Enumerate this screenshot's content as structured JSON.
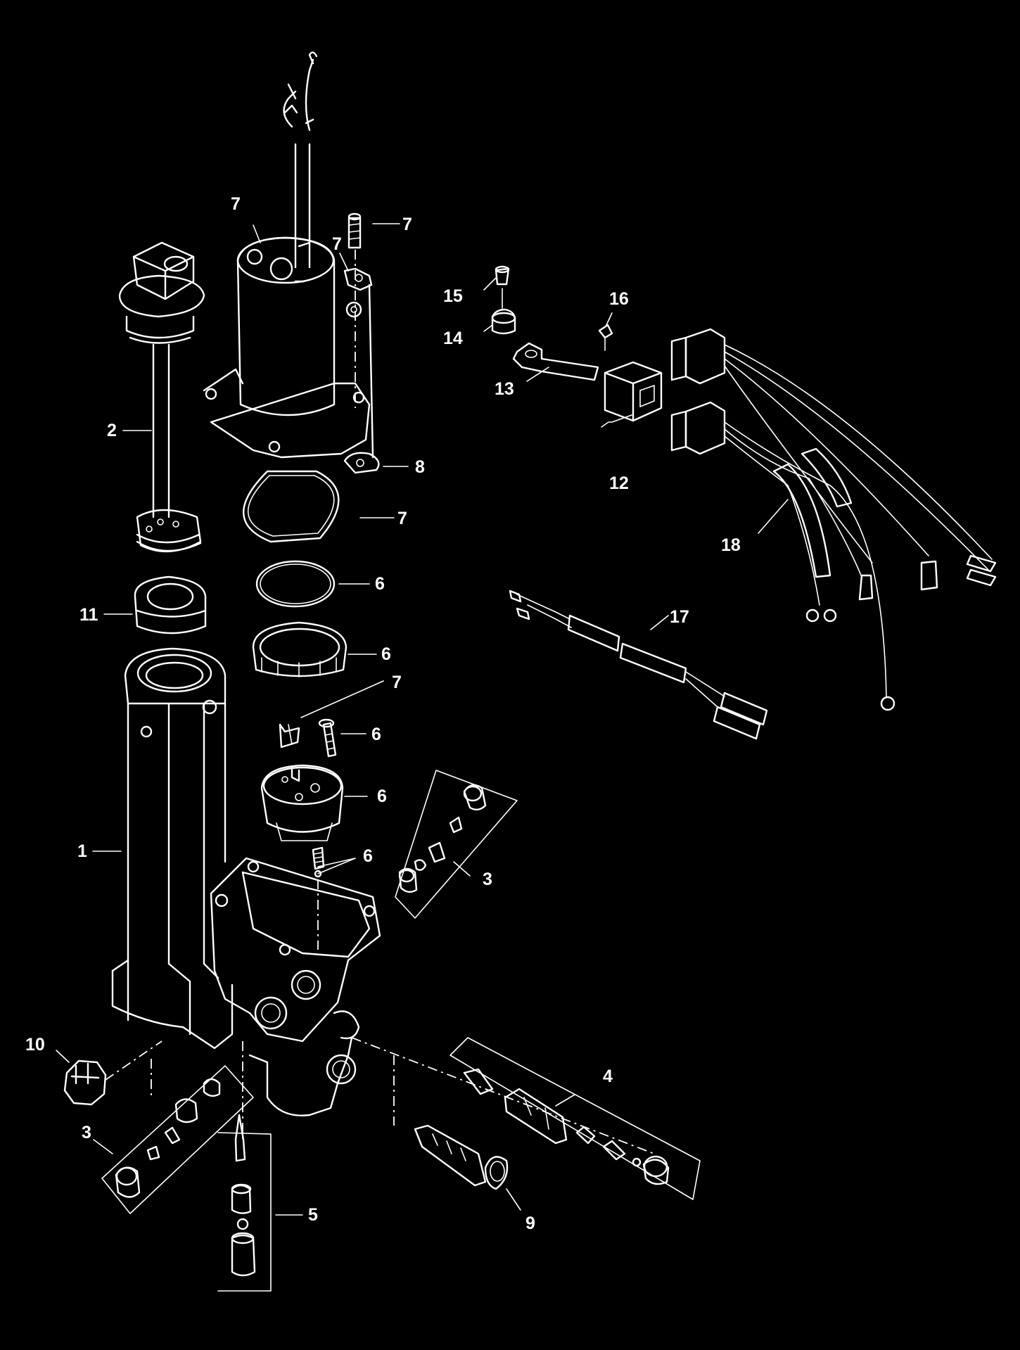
{
  "background": "#000000",
  "line_color": "#ffffff",
  "callouts": [
    {
      "id": "c1",
      "text": "1"
    },
    {
      "id": "c2",
      "text": "2"
    },
    {
      "id": "c3a",
      "text": "3"
    },
    {
      "id": "c3b",
      "text": "3"
    },
    {
      "id": "c4",
      "text": "4"
    },
    {
      "id": "c5",
      "text": "5"
    },
    {
      "id": "c6a",
      "text": "6"
    },
    {
      "id": "c6b",
      "text": "6"
    },
    {
      "id": "c6c",
      "text": "6"
    },
    {
      "id": "c6d",
      "text": "6"
    },
    {
      "id": "c6e",
      "text": "6"
    },
    {
      "id": "c7a",
      "text": "7"
    },
    {
      "id": "c7b",
      "text": "7"
    },
    {
      "id": "c7c",
      "text": "7"
    },
    {
      "id": "c7d",
      "text": "7"
    },
    {
      "id": "c7e",
      "text": "7"
    },
    {
      "id": "c8",
      "text": "8"
    },
    {
      "id": "c9",
      "text": "9"
    },
    {
      "id": "c10",
      "text": "10"
    },
    {
      "id": "c11",
      "text": "11"
    },
    {
      "id": "c12",
      "text": "12"
    },
    {
      "id": "c13",
      "text": "13"
    },
    {
      "id": "c14",
      "text": "14"
    },
    {
      "id": "c15",
      "text": "15"
    },
    {
      "id": "c16",
      "text": "16"
    },
    {
      "id": "c17",
      "text": "17"
    },
    {
      "id": "c18",
      "text": "18"
    }
  ]
}
